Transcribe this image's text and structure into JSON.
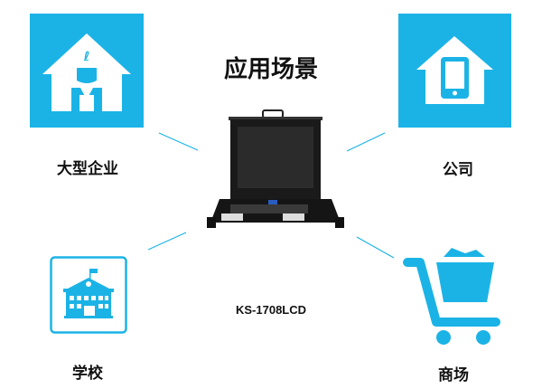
{
  "title": "应用场景",
  "product_model": "KS-1708LCD",
  "scenarios": [
    {
      "label": "大型企业",
      "icon": "enterprise-house-icon"
    },
    {
      "label": "公司",
      "icon": "company-house-phone-icon"
    },
    {
      "label": "学校",
      "icon": "school-icon"
    },
    {
      "label": "商场",
      "icon": "shopping-cart-icon"
    }
  ],
  "colors": {
    "accent": "#1bb3e6",
    "text": "#111111"
  }
}
